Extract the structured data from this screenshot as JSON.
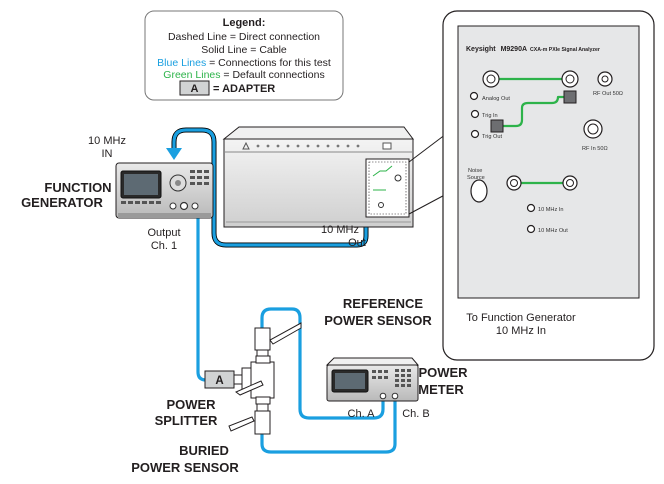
{
  "legend": {
    "title": "Legend:",
    "dashed": "Dashed Line = Direct connection",
    "solid": "Solid Line = Cable",
    "blue_word": "Blue Lines",
    "blue_rest": " = Connections for this test",
    "green_word": "Green Lines",
    "green_rest": " = Default connections",
    "adapter_box": "A",
    "adapter_text": "= ADAPTER"
  },
  "labels": {
    "fg_in_1": "10 MHz",
    "fg_in_2": "IN",
    "fg_name_1": "FUNCTION",
    "fg_name_2": "GENERATOR",
    "fg_out_1": "Output",
    "fg_out_2": "Ch. 1",
    "chassis_out_1": "10 MHz",
    "chassis_out_2": "Out",
    "ref_sensor_1": "REFERENCE",
    "ref_sensor_2": "POWER SENSOR",
    "splitter_1": "POWER",
    "splitter_2": "SPLITTER",
    "buried_1": "BURIED",
    "buried_2": "POWER SENSOR",
    "pm_1": "POWER",
    "pm_2": "METER",
    "pm_cha": "Ch. A",
    "pm_chb": "Ch. B",
    "adapter": "A",
    "to_fg_1": "To Function Generator",
    "to_fg_2": "10 MHz In"
  },
  "module": {
    "brand": "Keysight",
    "model": "M9290A",
    "desc": "CXA-m PXIe Signal Analyzer",
    "analog_out": "Analog Out",
    "trig_in": "Trig In",
    "trig_out": "Trig Out",
    "rf_out": "RF Out 50Ω",
    "rf_in": "RF In 50Ω",
    "noise_1": "Noise",
    "noise_2": "Source",
    "ref_in": "10 MHz In",
    "ref_out": "10 MHz Out"
  },
  "colors": {
    "blue_cable": "#1a9fe0",
    "green_link": "#2db34a",
    "panel": "#e6e7e8"
  }
}
